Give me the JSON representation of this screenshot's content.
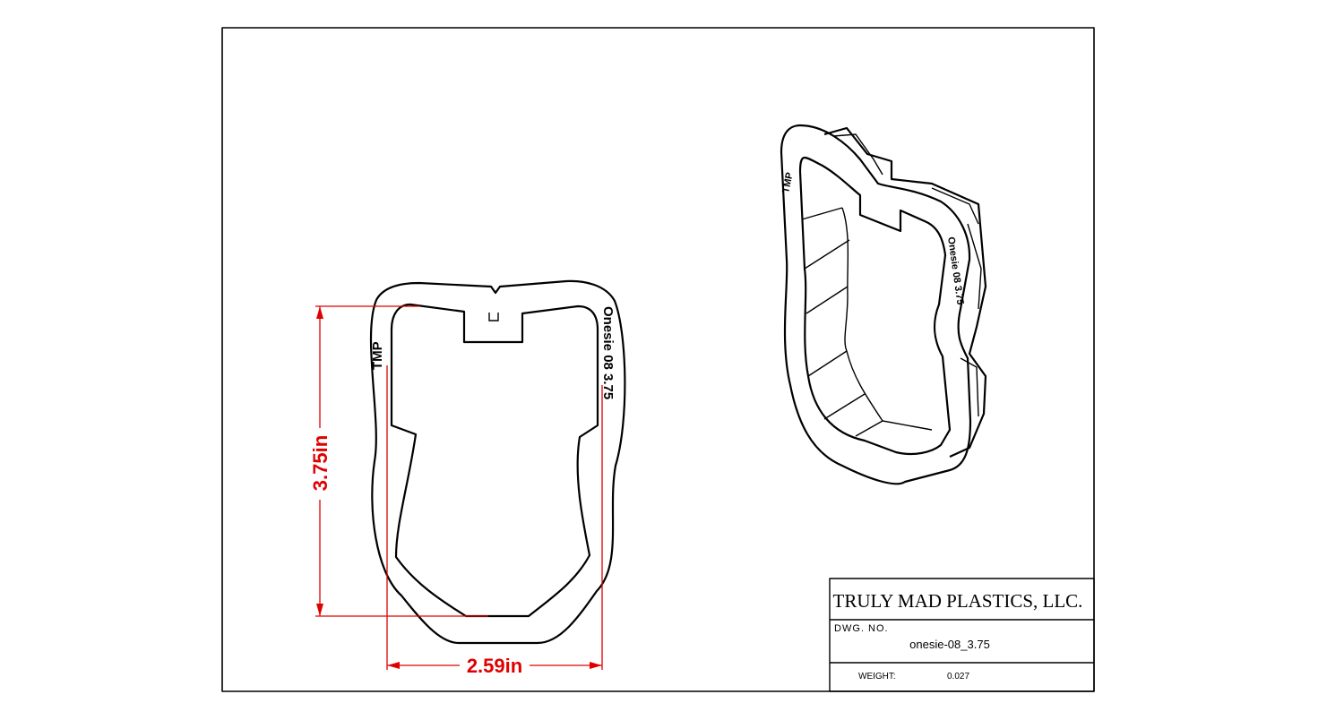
{
  "drawing": {
    "dimensions": {
      "height": "3.75in",
      "width": "2.59in"
    },
    "emboss": {
      "left": "TMP",
      "right": "Onesie 08 3.75"
    },
    "title_block": {
      "company": "TRULY MAD PLASTICS, LLC.",
      "dwg_no_label": "DWG. NO.",
      "dwg_no_value": "onesie-08_3.75",
      "weight_label": "WEIGHT:",
      "weight_value": "0.027"
    }
  },
  "colors": {
    "dimension": "#e00000",
    "line": "#000000"
  }
}
